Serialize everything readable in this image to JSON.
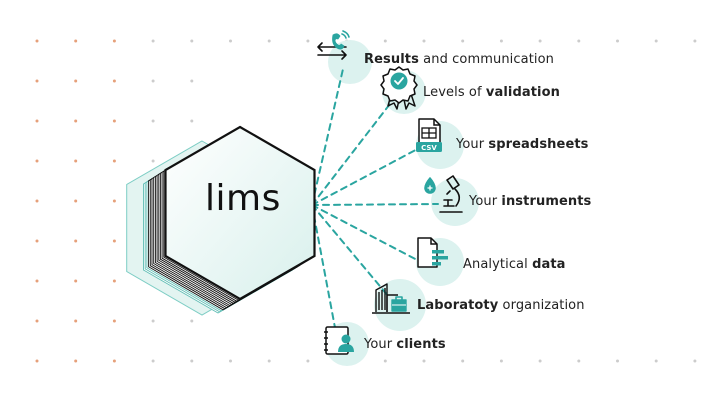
{
  "hub": {
    "label": "lims"
  },
  "colors": {
    "accent": "#2aa5a0",
    "blob": "#dcf2ef",
    "dot_orange": "#e6a07a",
    "dot_gray": "#cccccc",
    "stroke": "#111111"
  },
  "items": [
    {
      "id": "results",
      "icon": "phone-transfer-icon",
      "bold": "Results",
      "text": " and communication",
      "bold_first": true
    },
    {
      "id": "validation",
      "icon": "badge-check-icon",
      "text": "Levels of ",
      "bold": "validation",
      "bold_first": false
    },
    {
      "id": "spreadsheets",
      "icon": "csv-file-icon",
      "text": "Your ",
      "bold": "spreadsheets",
      "bold_first": false,
      "icon_text": "CSV"
    },
    {
      "id": "instruments",
      "icon": "microscope-icon",
      "text": "Your ",
      "bold": "instruments",
      "bold_first": false
    },
    {
      "id": "data",
      "icon": "data-document-icon",
      "text": "Analytical ",
      "bold": "data",
      "bold_first": false
    },
    {
      "id": "organization",
      "icon": "buildings-icon",
      "bold": "Laboratoty",
      "text": " organization",
      "bold_first": true
    },
    {
      "id": "clients",
      "icon": "client-book-icon",
      "text": "Your ",
      "bold": "clients",
      "bold_first": false
    }
  ]
}
